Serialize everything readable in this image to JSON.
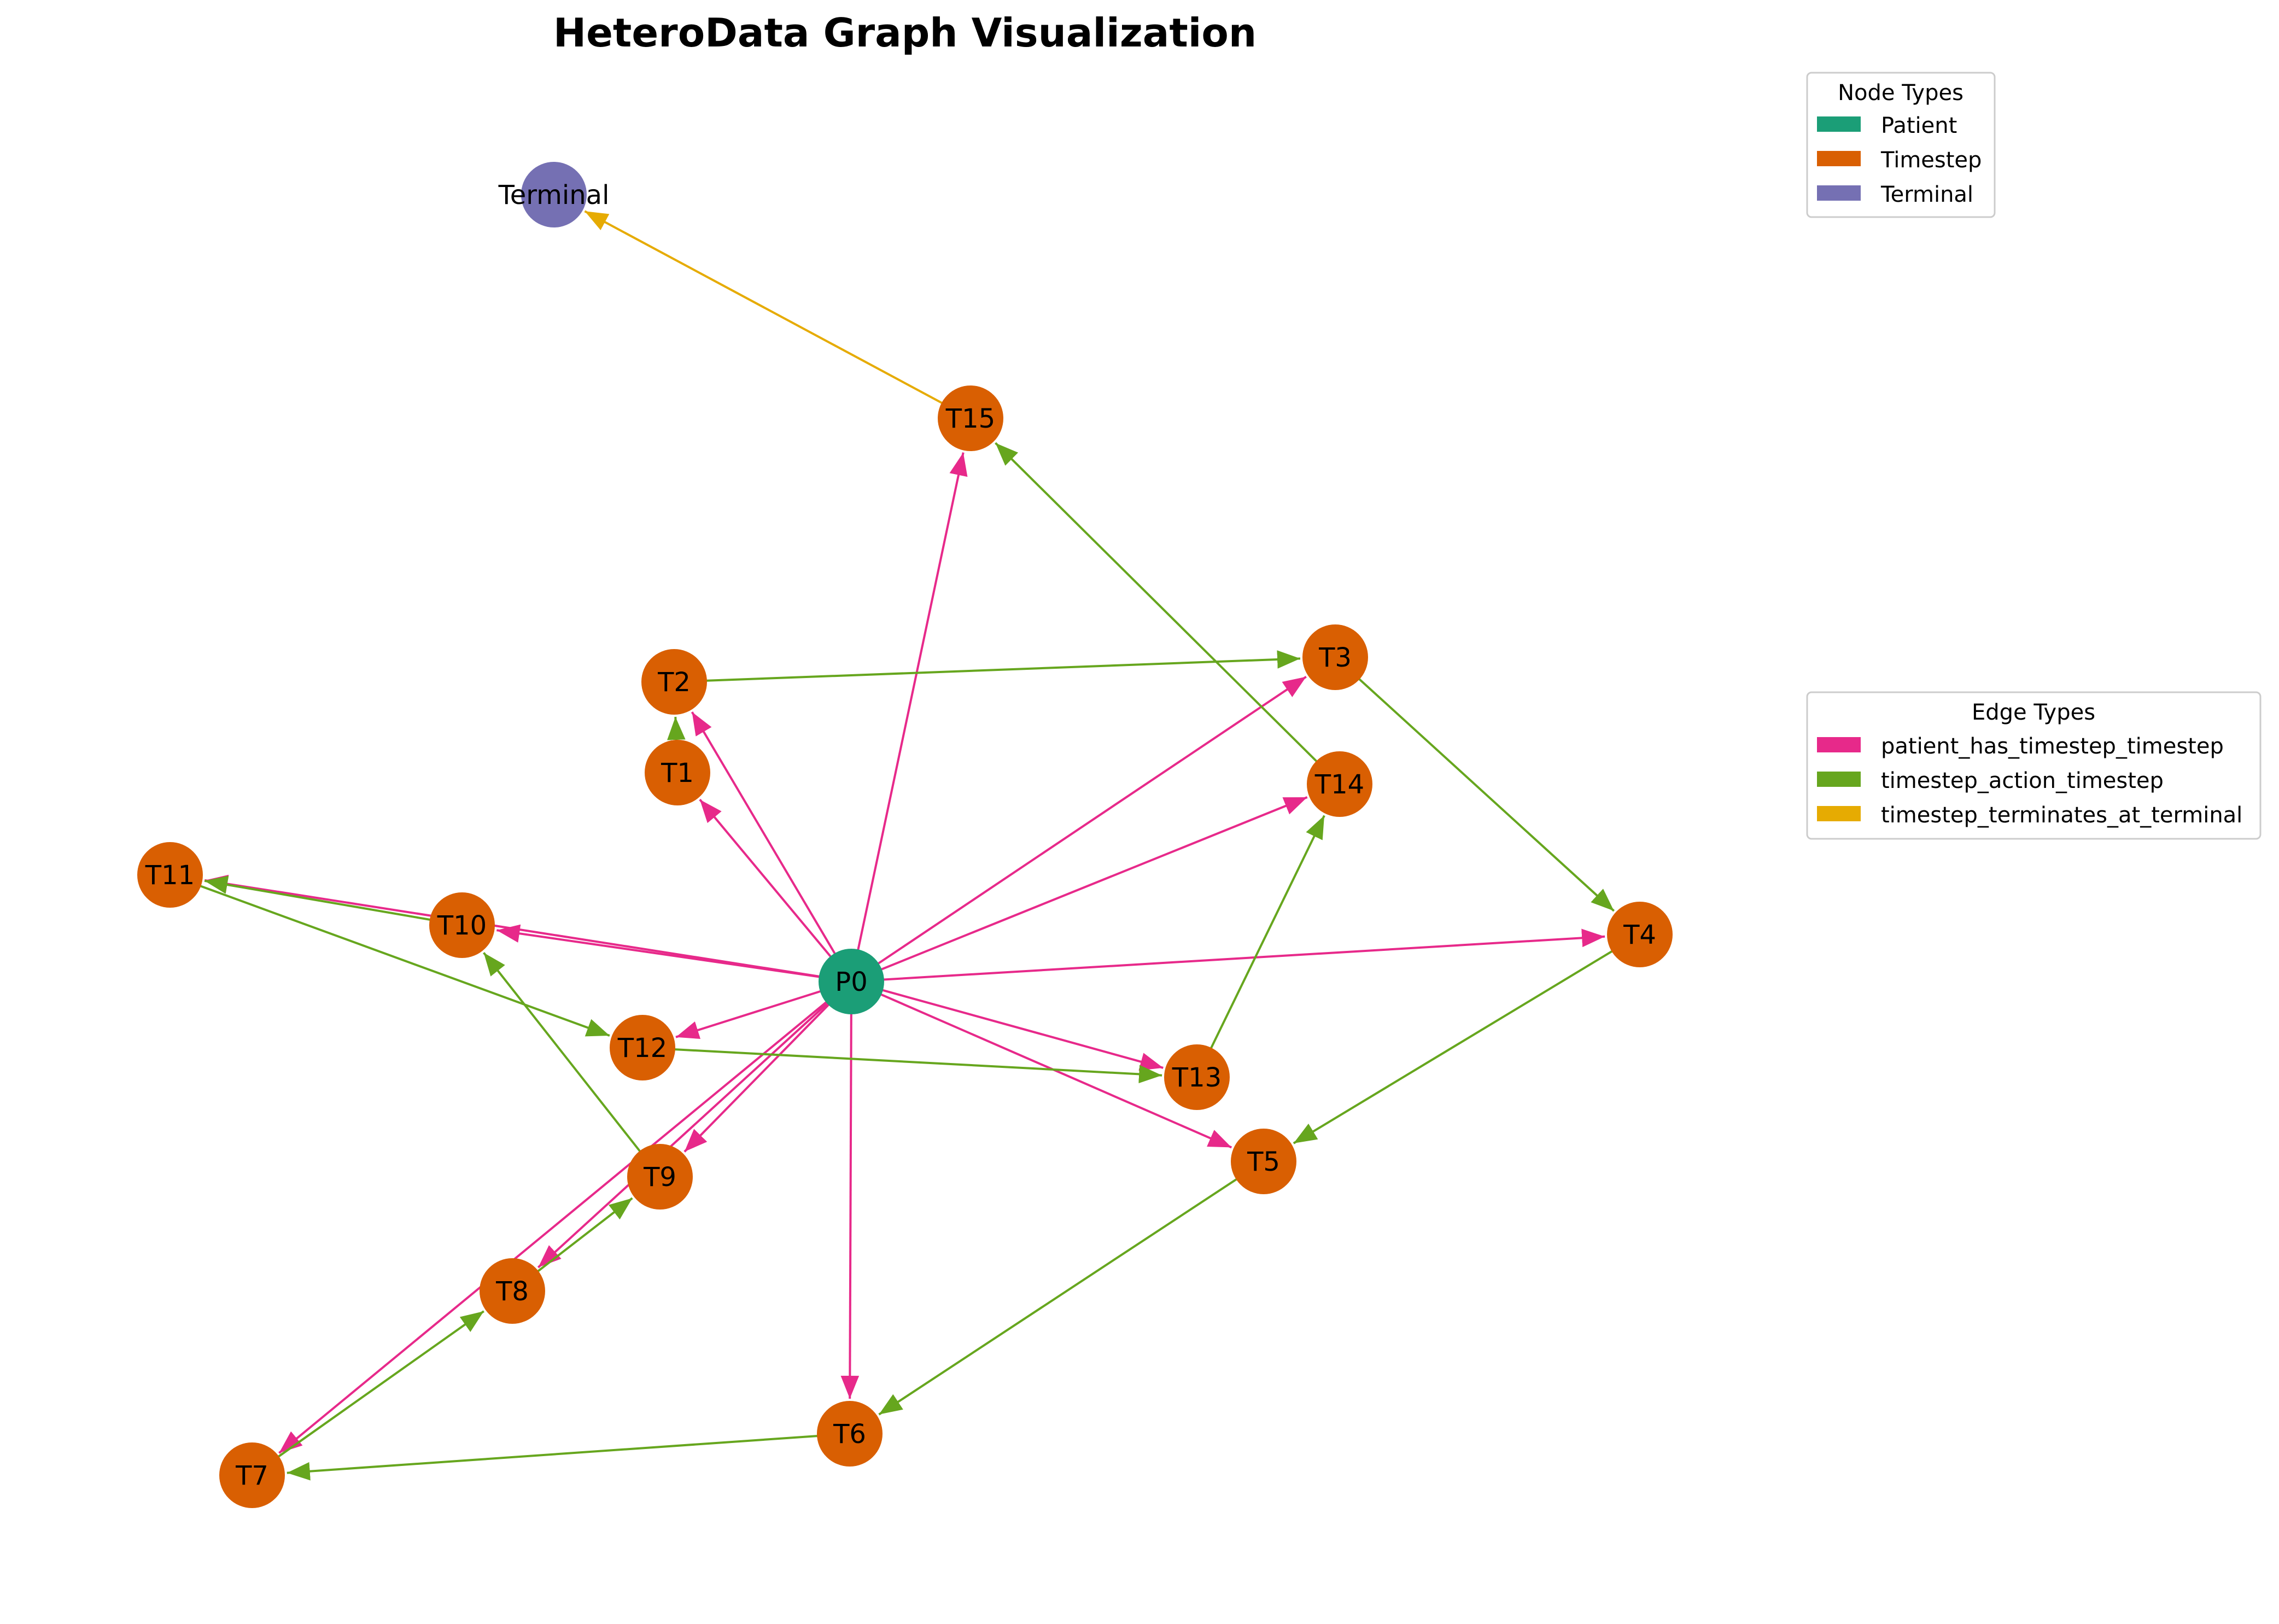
{
  "title": "HeteroData Graph Visualization",
  "node_legend": {
    "title": "Node Types",
    "items": [
      {
        "label": "Patient",
        "color": "#1b9e77"
      },
      {
        "label": "Timestep",
        "color": "#d95f02"
      },
      {
        "label": "Terminal",
        "color": "#7570b3"
      }
    ]
  },
  "edge_legend": {
    "title": "Edge Types",
    "items": [
      {
        "label": "patient_has_timestep_timestep",
        "color": "#e7298a"
      },
      {
        "label": "timestep_action_timestep",
        "color": "#66a61e"
      },
      {
        "label": "timestep_terminates_at_terminal",
        "color": "#e6ab02"
      }
    ]
  },
  "nodes": [
    {
      "id": "P0",
      "label": "P0",
      "type": "Patient"
    },
    {
      "id": "T1",
      "label": "T1",
      "type": "Timestep"
    },
    {
      "id": "T2",
      "label": "T2",
      "type": "Timestep"
    },
    {
      "id": "T3",
      "label": "T3",
      "type": "Timestep"
    },
    {
      "id": "T4",
      "label": "T4",
      "type": "Timestep"
    },
    {
      "id": "T5",
      "label": "T5",
      "type": "Timestep"
    },
    {
      "id": "T6",
      "label": "T6",
      "type": "Timestep"
    },
    {
      "id": "T7",
      "label": "T7",
      "type": "Timestep"
    },
    {
      "id": "T8",
      "label": "T8",
      "type": "Timestep"
    },
    {
      "id": "T9",
      "label": "T9",
      "type": "Timestep"
    },
    {
      "id": "T10",
      "label": "T10",
      "type": "Timestep"
    },
    {
      "id": "T11",
      "label": "T11",
      "type": "Timestep"
    },
    {
      "id": "T12",
      "label": "T12",
      "type": "Timestep"
    },
    {
      "id": "T13",
      "label": "T13",
      "type": "Timestep"
    },
    {
      "id": "T14",
      "label": "T14",
      "type": "Timestep"
    },
    {
      "id": "T15",
      "label": "T15",
      "type": "Timestep"
    },
    {
      "id": "Terminal",
      "label": "Terminal",
      "type": "Terminal"
    }
  ],
  "edges": [
    {
      "source": "P0",
      "target": "T1",
      "type": "patient_has_timestep_timestep"
    },
    {
      "source": "P0",
      "target": "T2",
      "type": "patient_has_timestep_timestep"
    },
    {
      "source": "P0",
      "target": "T3",
      "type": "patient_has_timestep_timestep"
    },
    {
      "source": "P0",
      "target": "T4",
      "type": "patient_has_timestep_timestep"
    },
    {
      "source": "P0",
      "target": "T5",
      "type": "patient_has_timestep_timestep"
    },
    {
      "source": "P0",
      "target": "T6",
      "type": "patient_has_timestep_timestep"
    },
    {
      "source": "P0",
      "target": "T7",
      "type": "patient_has_timestep_timestep"
    },
    {
      "source": "P0",
      "target": "T8",
      "type": "patient_has_timestep_timestep"
    },
    {
      "source": "P0",
      "target": "T9",
      "type": "patient_has_timestep_timestep"
    },
    {
      "source": "P0",
      "target": "T10",
      "type": "patient_has_timestep_timestep"
    },
    {
      "source": "P0",
      "target": "T11",
      "type": "patient_has_timestep_timestep"
    },
    {
      "source": "P0",
      "target": "T12",
      "type": "patient_has_timestep_timestep"
    },
    {
      "source": "P0",
      "target": "T13",
      "type": "patient_has_timestep_timestep"
    },
    {
      "source": "P0",
      "target": "T14",
      "type": "patient_has_timestep_timestep"
    },
    {
      "source": "P0",
      "target": "T15",
      "type": "patient_has_timestep_timestep"
    },
    {
      "source": "T1",
      "target": "T2",
      "type": "timestep_action_timestep"
    },
    {
      "source": "T2",
      "target": "T3",
      "type": "timestep_action_timestep"
    },
    {
      "source": "T3",
      "target": "T4",
      "type": "timestep_action_timestep"
    },
    {
      "source": "T4",
      "target": "T5",
      "type": "timestep_action_timestep"
    },
    {
      "source": "T5",
      "target": "T6",
      "type": "timestep_action_timestep"
    },
    {
      "source": "T6",
      "target": "T7",
      "type": "timestep_action_timestep"
    },
    {
      "source": "T7",
      "target": "T8",
      "type": "timestep_action_timestep"
    },
    {
      "source": "T8",
      "target": "T9",
      "type": "timestep_action_timestep"
    },
    {
      "source": "T9",
      "target": "T10",
      "type": "timestep_action_timestep"
    },
    {
      "source": "T10",
      "target": "T11",
      "type": "timestep_action_timestep"
    },
    {
      "source": "T11",
      "target": "T12",
      "type": "timestep_action_timestep"
    },
    {
      "source": "T12",
      "target": "T13",
      "type": "timestep_action_timestep"
    },
    {
      "source": "T13",
      "target": "T14",
      "type": "timestep_action_timestep"
    },
    {
      "source": "T14",
      "target": "T15",
      "type": "timestep_action_timestep"
    },
    {
      "source": "T15",
      "target": "Terminal",
      "type": "timestep_terminates_at_terminal"
    }
  ]
}
